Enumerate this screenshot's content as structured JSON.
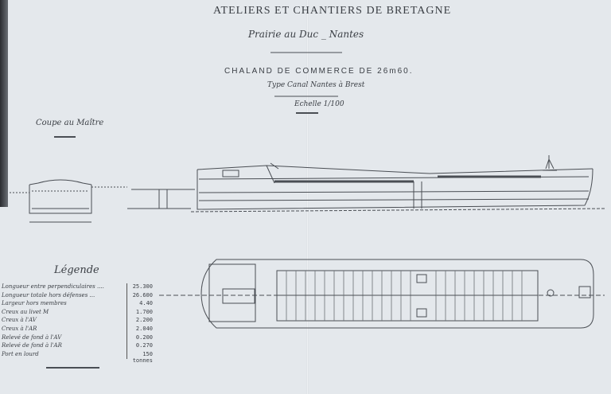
{
  "header": {
    "title": "ATELIERS ET CHANTIERS DE BRETAGNE",
    "location": "Prairie au Duc _ Nantes",
    "model": "CHALAND DE COMMERCE DE 26m60.",
    "type": "Type Canal Nantes à Brest",
    "scale": "Echelle 1/100"
  },
  "section": {
    "title": "Coupe au Maître"
  },
  "legend": {
    "title": "Légende",
    "rows": [
      {
        "label": "Longueur entre perpendiculaires ....",
        "value": "25.300"
      },
      {
        "label": "Longueur totale hors défenses ...",
        "value": "26.600"
      },
      {
        "label": "Largeur hors membres",
        "value": "4.40"
      },
      {
        "label": "Creux au livet M",
        "value": "1.700"
      },
      {
        "label": "Creux à l'AV",
        "value": "2.200"
      },
      {
        "label": "Creux à l'AR",
        "value": "2.040"
      },
      {
        "label": "Relevé de fond à l'AV",
        "value": "0.200"
      },
      {
        "label": "Relevé de fond à l'AR",
        "value": "0.270"
      },
      {
        "label": "Port en lourd",
        "value": "150 tonnes"
      }
    ]
  }
}
